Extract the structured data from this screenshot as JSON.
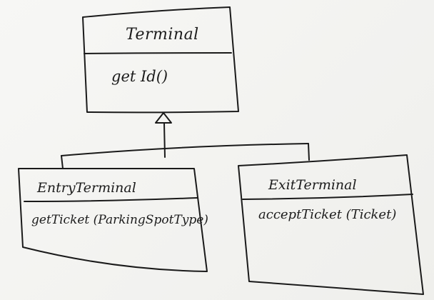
{
  "diagram": {
    "classes": [
      {
        "id": "terminal",
        "name": "Terminal",
        "methods": [
          "get Id()"
        ]
      },
      {
        "id": "entry",
        "name": "EntryTerminal",
        "methods": [
          "getTicket (ParkingSpotType)"
        ]
      },
      {
        "id": "exit",
        "name": "ExitTerminal",
        "methods": [
          "acceptTicket (Ticket)"
        ]
      }
    ],
    "relations": [
      {
        "type": "inheritance",
        "from": "EntryTerminal",
        "to": "Terminal"
      },
      {
        "type": "inheritance",
        "from": "ExitTerminal",
        "to": "Terminal"
      }
    ]
  },
  "stroke_color": "#1a1a1a",
  "background_color": "#f4f4f2"
}
